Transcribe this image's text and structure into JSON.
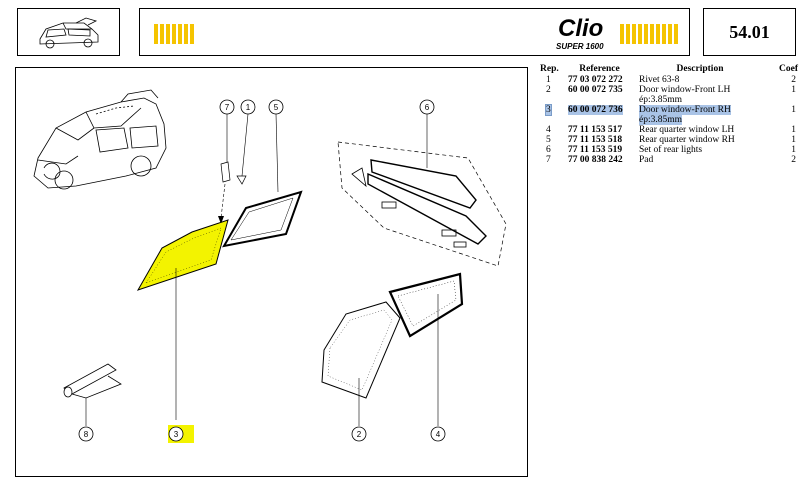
{
  "header": {
    "brand_name": "Clio",
    "brand_sub": "SUPER 1600",
    "page_number": "54.01"
  },
  "colors": {
    "accent_yellow": "#f5c400",
    "highlight_part": "#f3f300",
    "row_highlight": "#a9c3e6"
  },
  "diagram": {
    "callouts": [
      "7",
      "1",
      "5",
      "6",
      "8",
      "3",
      "2",
      "4"
    ]
  },
  "parts_table": {
    "headers": [
      "Rep.",
      "Reference",
      "Description",
      "Coef"
    ],
    "rows": [
      {
        "rep": "1",
        "ref": "77 03 072 272",
        "desc": "Rivet 63-8",
        "desc2": "",
        "coef": "2"
      },
      {
        "rep": "2",
        "ref": "60 00 072 735",
        "desc": "Door window-Front LH",
        "desc2": "ép:3.85mm",
        "coef": "1"
      },
      {
        "rep": "3",
        "ref": "60 00 072 736",
        "desc": "Door window-Front RH",
        "desc2": "ép:3.85mm",
        "coef": "1",
        "highlighted": true
      },
      {
        "rep": "4",
        "ref": "77 11 153 517",
        "desc": "Rear quarter window LH",
        "desc2": "",
        "coef": "1"
      },
      {
        "rep": "5",
        "ref": "77 11 153 518",
        "desc": "Rear quarter window RH",
        "desc2": "",
        "coef": "1"
      },
      {
        "rep": "6",
        "ref": "77 11 153 519",
        "desc": "Set of rear lights",
        "desc2": "",
        "coef": "1"
      },
      {
        "rep": "7",
        "ref": "77 00 838 242",
        "desc": "Pad",
        "desc2": "",
        "coef": "2"
      }
    ]
  }
}
